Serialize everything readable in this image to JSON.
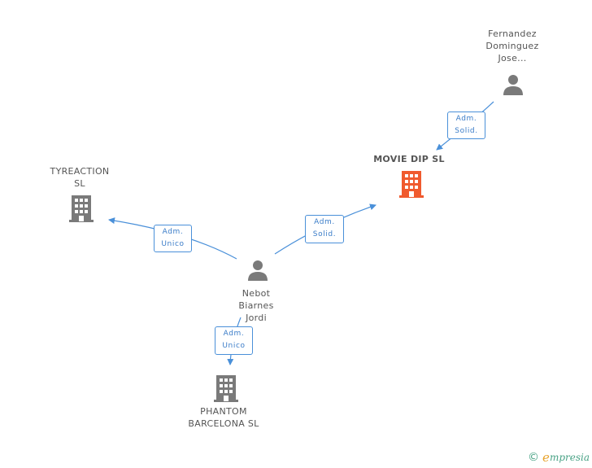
{
  "colors": {
    "edge": "#4a90d9",
    "company": "#7a7a7a",
    "focus_company": "#f05a2e",
    "person": "#7a7a7a"
  },
  "nodes": {
    "fernandez": {
      "type": "person",
      "icon": "person-icon",
      "lines": [
        "Fernandez",
        "Dominguez",
        "Jose..."
      ]
    },
    "movie_dip": {
      "type": "company",
      "icon": "building-icon",
      "focus": true,
      "lines": [
        "MOVIE DIP  SL"
      ]
    },
    "tyreaction": {
      "type": "company",
      "icon": "building-icon",
      "lines": [
        "TYREACTION",
        "SL"
      ]
    },
    "nebot": {
      "type": "person",
      "icon": "person-icon",
      "lines": [
        "Nebot",
        "Biarnes",
        "Jordi"
      ]
    },
    "phantom": {
      "type": "company",
      "icon": "building-icon",
      "lines": [
        "PHANTOM",
        "BARCELONA SL"
      ]
    }
  },
  "edges": {
    "fernandez_movie": {
      "lines": [
        "Adm.",
        "Solid."
      ]
    },
    "nebot_movie": {
      "lines": [
        "Adm.",
        "Solid."
      ]
    },
    "nebot_tyreaction": {
      "lines": [
        "Adm.",
        "Unico"
      ]
    },
    "nebot_phantom": {
      "lines": [
        "Adm.",
        "Unico"
      ]
    }
  },
  "footer": {
    "copyright": "©",
    "brand_first": "e",
    "brand_rest": "mpresia"
  }
}
